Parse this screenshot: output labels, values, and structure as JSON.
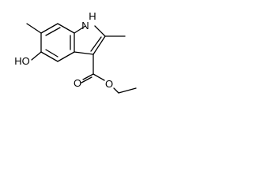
{
  "structure": {
    "atoms": {
      "nh": "H",
      "n": "N",
      "ho": "HO",
      "o_carbonyl": "O",
      "o_ester": "O"
    }
  }
}
